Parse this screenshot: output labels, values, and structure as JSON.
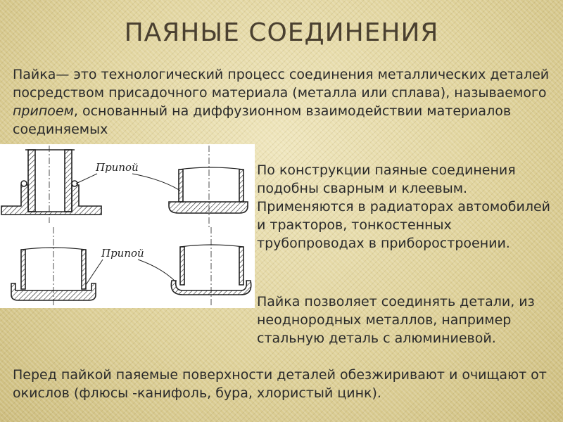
{
  "slide": {
    "title": "ПАЯНЫЕ СОЕДИНЕНИЯ",
    "intro": {
      "before": "Пайка— это технологический процесс соединения металлических деталей посредством присадочного материала (металла или сплава), называемого ",
      "term": "припоем",
      "after": ", основанный на диффузионном взаимодействии материалов соединяемых"
    },
    "side_text": " По конструкции паяные соединения подобны сварным и клеевым. Применяются в радиаторах автомобилей и тракторов, тонкостенных трубопроводах в приборостроении.",
    "side_text_2": "Пайка позволяет соединять детали, из неоднородных металлов, например стальную деталь с алюминиевой.",
    "bottom_text": "Перед пайкой паяемые поверхности деталей обезжиривают и очищают от окислов (флюсы -канифоль, бура, хлористый цинк).",
    "figure": {
      "label_top": "Припой",
      "label_bottom": "Припой"
    }
  }
}
